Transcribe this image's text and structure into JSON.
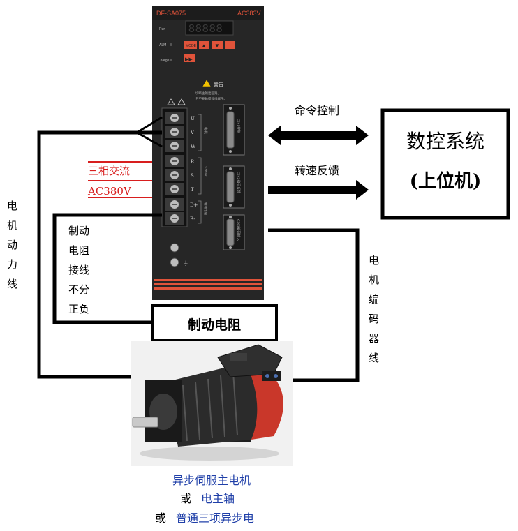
{
  "drive": {
    "model": "DF-SA075",
    "voltage": "AC383V",
    "led_digits": "88888",
    "led_label": "Run",
    "alm_label": "ALM",
    "charge_label": "Charge",
    "mode_button": "MODE",
    "up_button": "▲",
    "down_button": "▼",
    "shift_button": "▶▶",
    "warning_title": "警告",
    "warning_line1": "切断主输出回路。",
    "warning_line2": "且不要触摸接线端子。",
    "terminals": [
      "U",
      "V",
      "W",
      "R",
      "S",
      "T",
      "D+",
      "B-"
    ],
    "terminal_group_motor": "电机",
    "terminal_group_power": "~380V",
    "terminal_group_brake": "制动电阻",
    "cn1_label": "CN1控制",
    "cn2_label": "CN2编码反馈",
    "cn3_label": "CN3编码输入"
  },
  "labels": {
    "command_control": "命令控制",
    "speed_feedback": "转速反馈",
    "cnc_line1": "数控系统",
    "cnc_line2": "(上位机)",
    "three_phase_line1": "三相交流",
    "three_phase_line2": "AC380V",
    "brake_note": [
      "制动",
      "电阻",
      "接线",
      "不分",
      "正负"
    ],
    "brake_resistor": "制动电阻",
    "motor_power_line": [
      "电",
      "机",
      "动",
      "力",
      "线"
    ],
    "encoder_line": [
      "电",
      "机",
      "编",
      "码",
      "器",
      "线"
    ],
    "motor_caption_1": "异步伺服主电机",
    "motor_caption_2_prefix": "或",
    "motor_caption_2": "电主轴",
    "motor_caption_3_prefix": "或",
    "motor_caption_3": "普通三项异步电"
  },
  "colors": {
    "drive_body": "#262626",
    "accent_orange": "#e0533a",
    "red_text": "#d81e1e",
    "blue_text": "#1f3fa8",
    "motor_red": "#c9372a"
  }
}
